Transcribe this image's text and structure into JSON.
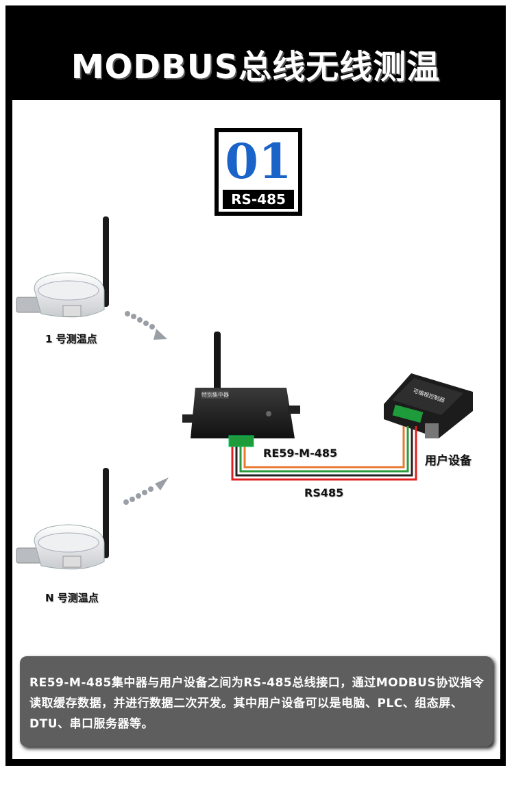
{
  "header": {
    "title": "MODBUS总线无线测温"
  },
  "badge": {
    "number": "01",
    "protocol": "RS-485"
  },
  "diagram": {
    "sensor_1_label": "1 号测温点",
    "sensor_n_label": "N 号测温点",
    "concentrator_label": "RE59-M-485",
    "concentrator_screen": "特别集中器",
    "controller_screen": "可编程控制器",
    "user_device_label": "用户设备",
    "bus_label": "RS485"
  },
  "description": {
    "text": "RE59-M-485集中器与用户设备之间为RS-485总线接口，通过MODBUS协议指令读取缓存数据，并进行数据二次开发。其中用户设备可以是电脑、PLC、组态屏、DTU、串口服务器等。"
  },
  "colors": {
    "accent_blue": "#1a63c8",
    "frame": "#000000",
    "panel": "#5e5e5e",
    "wire_red": "#e02020",
    "wire_orange": "#e87a30",
    "wire_green": "#2a9a3a"
  }
}
